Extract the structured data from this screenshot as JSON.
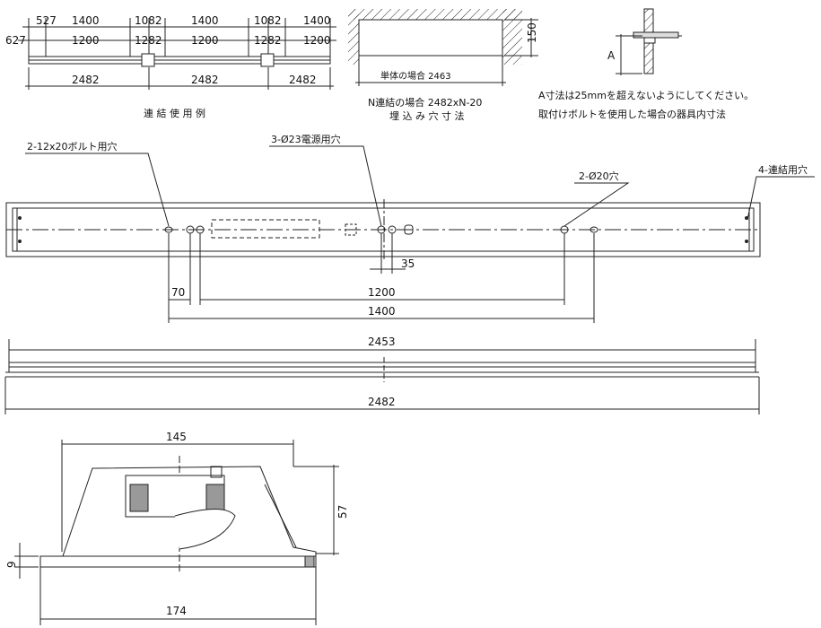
{
  "top_left": {
    "dims_row1": [
      "527",
      "1400",
      "1082",
      "1400",
      "1082",
      "1400"
    ],
    "dims_row2": [
      "627",
      "1200",
      "1282",
      "1200",
      "1282",
      "1200"
    ],
    "dims_bottom": [
      "2482",
      "2482",
      "2482"
    ],
    "caption": "連 結 使 用 例"
  },
  "top_mid": {
    "height_dim": "150",
    "single_label": "単体の場合 2463",
    "n_label": "N連結の場合 2482xN-20",
    "caption": "埋 込 み 穴 寸 法"
  },
  "top_right": {
    "a_label": "A",
    "note1": "A寸法は25mmを超えないようにしてください。",
    "note2": "取付けボルトを使用した場合の器具内寸法"
  },
  "plan": {
    "callout_bolt": "2-12x20ボルト用穴",
    "callout_power": "3-Ø23電源用穴",
    "callout_20": "2-Ø20穴",
    "callout_link": "4-連結用穴",
    "dim_35": "35",
    "dim_70": "70",
    "dim_1200": "1200",
    "dim_1400": "1400"
  },
  "elevation": {
    "dim_2453": "2453",
    "dim_2482": "2482"
  },
  "section": {
    "dim_145": "145",
    "dim_57": "57",
    "dim_9": "9",
    "dim_174": "174"
  }
}
